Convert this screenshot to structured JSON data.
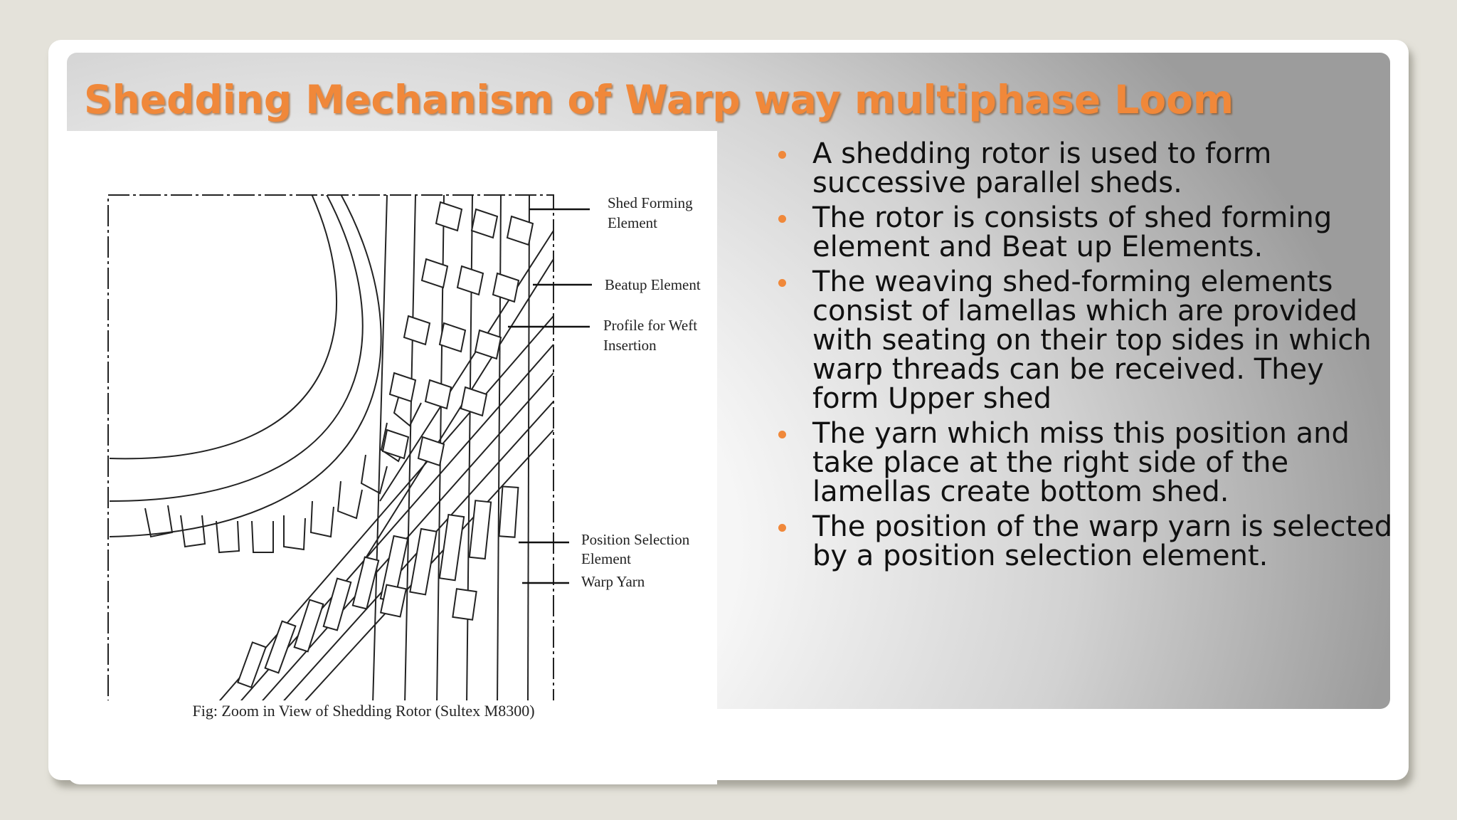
{
  "slide": {
    "title": "Shedding Mechanism of Warp way multiphase Loom",
    "accent_color": "#f0883a"
  },
  "figure": {
    "labels": {
      "shed_forming_1": "Shed Forming",
      "shed_forming_2": "Element",
      "beatup": "Beatup Element",
      "profile_1": "Profile for Weft",
      "profile_2": "Insertion",
      "position_1": "Position Selection",
      "position_2": "Element",
      "warp_yarn": "Warp Yarn"
    },
    "caption": "Fig: Zoom in View of Shedding Rotor (Sultex M8300)"
  },
  "bullets": [
    "A shedding rotor is used to form successive parallel sheds.",
    "The rotor is consists of shed forming element and Beat up Elements.",
    "The weaving shed-forming elements consist of lamellas which are provided with seating on their top sides in which warp threads can be received. They form Upper shed",
    "The yarn which miss this position and take place at the right side of the lamellas create bottom shed.",
    "The position of the warp yarn is selected by a position selection element."
  ]
}
